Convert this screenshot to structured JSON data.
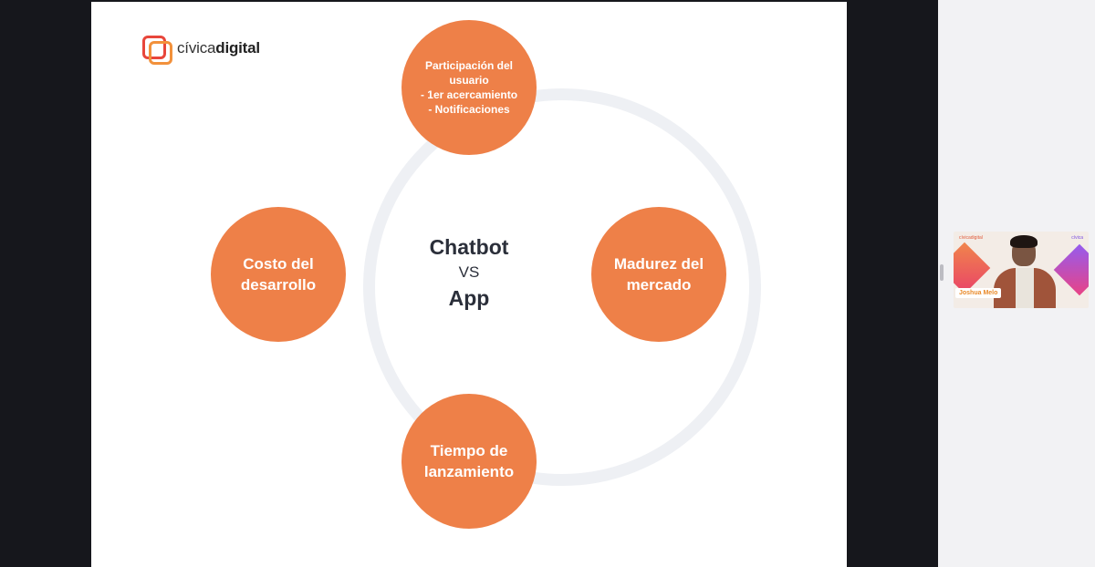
{
  "logo": {
    "prefix": "cívica",
    "suffix": "digital"
  },
  "diagram": {
    "center": {
      "line1": "Chatbot",
      "line2": "VS",
      "line3": "App"
    },
    "nodes": {
      "top": {
        "title_line1": "Participación del",
        "title_line2": "usuario",
        "bullet1": "- 1er acercamiento",
        "bullet2": "- Notificaciones"
      },
      "left": {
        "line1": "Costo del",
        "line2": "desarrollo"
      },
      "right": {
        "line1": "Madurez del",
        "line2": "mercado"
      },
      "bottom": {
        "line1": "Tiempo de",
        "line2": "lanzamiento"
      }
    },
    "colors": {
      "node": "#ee8048",
      "ring": "#eef0f4",
      "center_text": "#2b2f3a"
    }
  },
  "participant": {
    "name": "Joshua Melo",
    "tile_logo_left": "cívicadigital",
    "tile_logo_right": "cívica"
  }
}
